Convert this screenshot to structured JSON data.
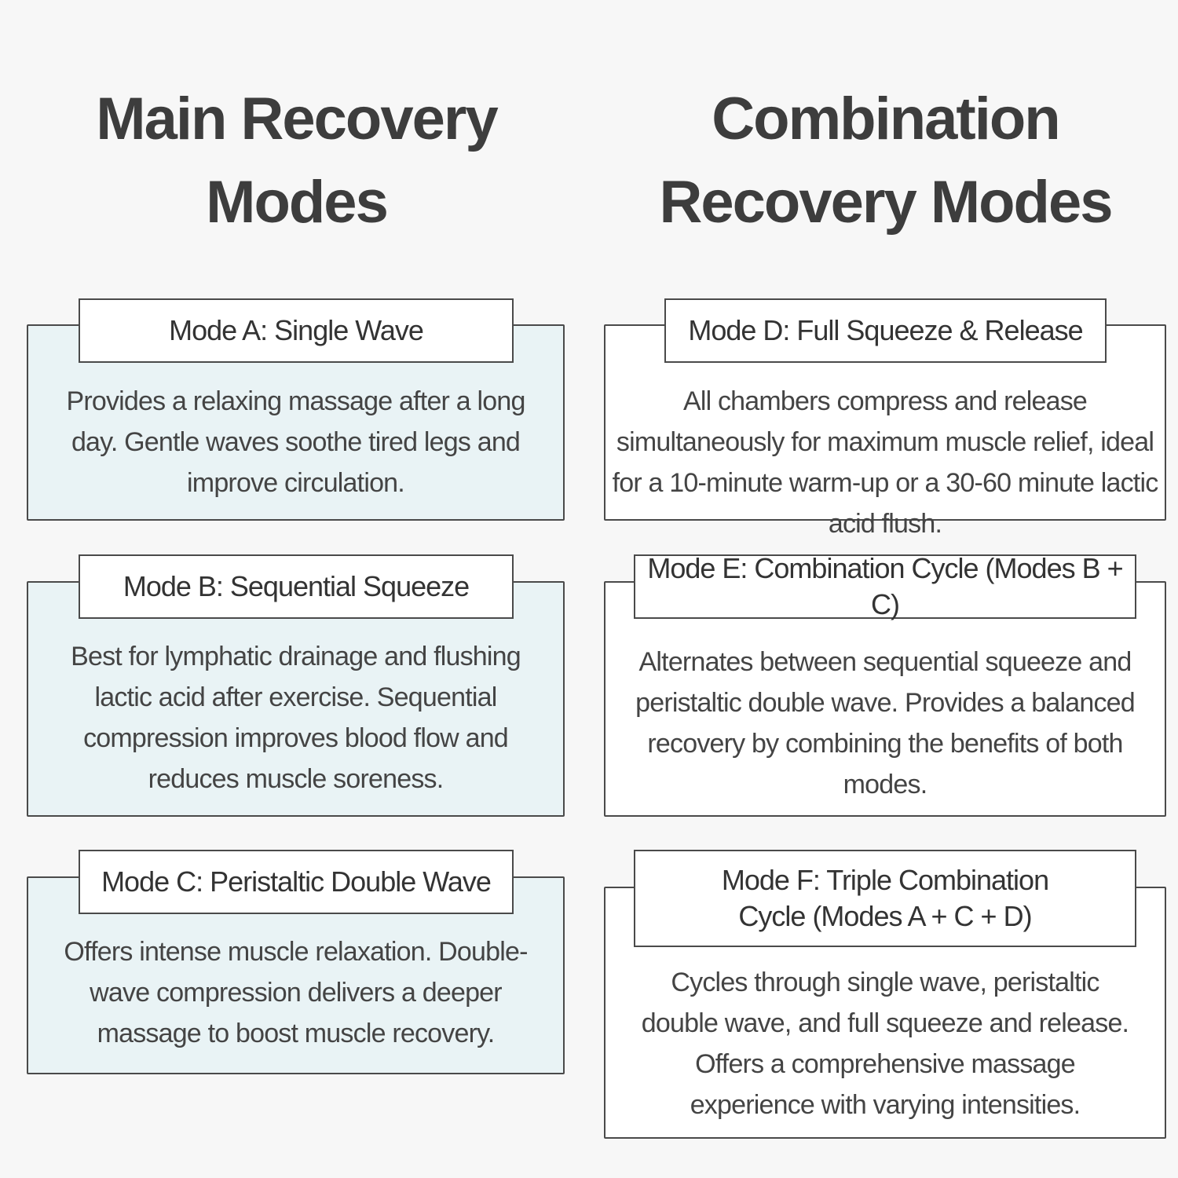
{
  "columns": {
    "main": {
      "title_line1": "Main Recovery",
      "title_line2": "Modes"
    },
    "combination": {
      "title_line1": "Combination",
      "title_line2": "Recovery Modes"
    }
  },
  "modes": {
    "a": {
      "title": "Mode A: Single Wave",
      "description": "Provides a relaxing massage after a long day. Gentle waves soothe tired legs and improve circulation."
    },
    "b": {
      "title": "Mode B: Sequential Squeeze",
      "description": "Best for lymphatic drainage and flushing lactic acid after exercise. Sequential compression improves blood flow and reduces muscle soreness."
    },
    "c": {
      "title": "Mode C: Peristaltic Double Wave",
      "description": "Offers intense muscle relaxation. Double-wave compression delivers a deeper massage to boost muscle recovery."
    },
    "d": {
      "title": "Mode D: Full Squeeze & Release",
      "description": "All chambers compress and release simultaneously for maximum muscle relief, ideal for a 10-minute warm-up or a 30-60 minute lactic acid flush."
    },
    "e": {
      "title": "Mode E: Combination Cycle (Modes B + C)",
      "description": "Alternates between sequential squeeze and peristaltic double wave. Provides a balanced recovery by combining the benefits of both modes."
    },
    "f": {
      "title_line1": "Mode F: Triple Combination",
      "title_line2": "Cycle (Modes A + C + D)",
      "description": "Cycles through single wave, peristaltic double wave, and full squeeze and release. Offers a comprehensive massage experience with varying intensities."
    }
  },
  "colors": {
    "page_background": "#f7f7f7",
    "main_card_background": "#e9f3f5",
    "combination_card_background": "#ffffff",
    "border": "#4a4a4a",
    "text": "#3b3b3b"
  }
}
